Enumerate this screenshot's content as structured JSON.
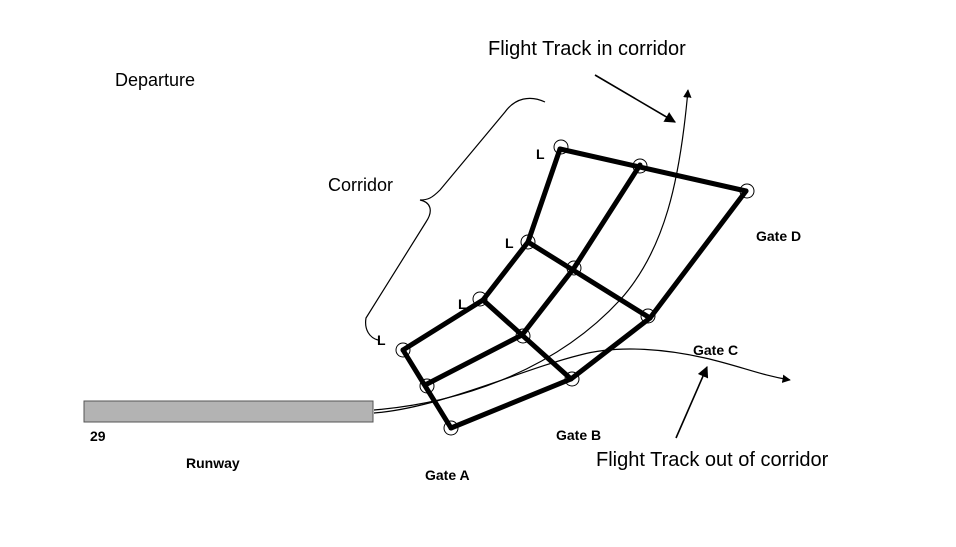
{
  "labels": {
    "departure": "Departure",
    "corridor": "Corridor",
    "flight_track_in": "Flight Track in corridor",
    "flight_track_out": "Flight Track out of corridor",
    "runway": "Runway",
    "runway_number": "29",
    "gate_a": "Gate A",
    "gate_b": "Gate B",
    "gate_c": "Gate C",
    "gate_d": "Gate D",
    "l_marker": "L"
  },
  "colors": {
    "runway_fill": "#b3b3b3",
    "line": "#000000",
    "background": "#ffffff"
  }
}
